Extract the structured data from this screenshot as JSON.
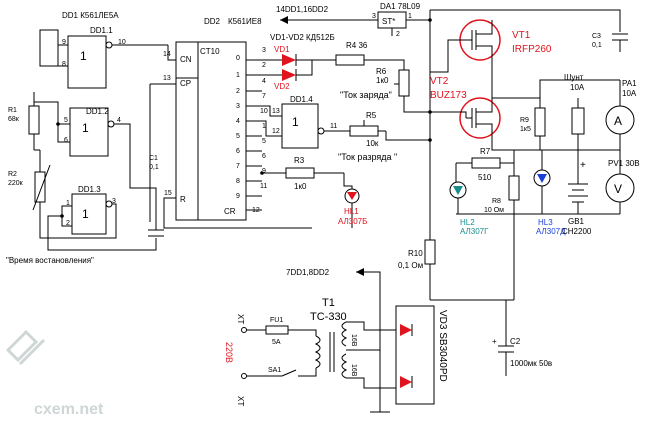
{
  "labels": {
    "dd1_title": "DD1  К561ЛЕ5А",
    "dd1_1": "DD1.1",
    "dd1_2": "DD1.2",
    "dd1_3": "DD1.3",
    "dd1_4": "DD1.4",
    "dd2_title": "DD2",
    "dd2_type": "К561ИЕ8",
    "ct10": "CT10",
    "cn": "CN",
    "cp": "CP",
    "r_pin": "R",
    "cr": "CR",
    "one": "1",
    "da1": "DA1  78L09",
    "st": "ST*",
    "da1_supply": "14DD1,16DD2",
    "vd1vd2": "VD1-VD2 КД512Б",
    "vd1": "VD1",
    "vd2": "VD2",
    "r4": "R4  36",
    "r6": "R6",
    "r6v": "1к0",
    "tok_zar": "\"Ток заряда\"",
    "r5": "R5",
    "r5v": "10к",
    "tok_raz": "\"Ток  разряда \"",
    "r3": "R3",
    "r3v": "1к0",
    "hl1": "HL1",
    "hl1v": "АЛ307Б",
    "vt1": "VT1",
    "vt1v": "IRFP260",
    "vt2": "VT2",
    "vt2v": "BUZ173",
    "r9": "R9",
    "r9v": "1к5",
    "r7": "R7",
    "r7v": "510",
    "r8": "R8",
    "r8v": "10 Ом",
    "hl2": "HL2",
    "hl2v": "АЛ307Г",
    "hl3": "HL3",
    "hl3v": "АЛ307Д",
    "c3": "C3",
    "c3v": "0,1",
    "shunt": "Шунт",
    "shuntv": "10А",
    "pa1": "PA1",
    "pa1v": "10А",
    "amp": "А",
    "pv1": "PV1 30В",
    "volt": "V",
    "gb1": "GB1",
    "gb1v": "СН2200",
    "plus": "+",
    "r1": "R1",
    "r1v": "68к",
    "r2": "R2",
    "r2v": "220к",
    "c1": "C1",
    "c1v": "0,1",
    "vremya": "\"Время востановления\"",
    "r10": "R10",
    "r10v": "0,1 Ом",
    "ddsupply": "7DD1,8DD2",
    "t1": "T1",
    "t1v": "ТС-330",
    "xt1": "XT",
    "xt2": "XT",
    "fu1": "FU1",
    "fu1v": "5А",
    "sa1": "SA1",
    "v220": "220В",
    "w16a": "16В",
    "w16b": "16В",
    "vd3": "VD3  SB3040PD",
    "c2": "C2",
    "c2v": "1000мк 50в",
    "watermark": "cxem.net",
    "p3": "3",
    "p2": "2",
    "p4": "4",
    "p7": "7",
    "p10": "10",
    "p1": "1",
    "p5": "5",
    "p6": "6",
    "p9": "9",
    "p11": "11",
    "p15": "15",
    "p14": "14",
    "p12": "12",
    "p13": "13",
    "p8": "8",
    "n0": "0",
    "n1": "1",
    "n2": "2",
    "n3": "3",
    "n4": "4",
    "n5": "5",
    "n6": "6",
    "n7": "7",
    "n8": "8",
    "n9": "9"
  },
  "colors": {
    "red": "#e0141e",
    "blue": "#1a3fd8",
    "teal": "#1a8c8c",
    "watermark": "#cfd6d6"
  }
}
